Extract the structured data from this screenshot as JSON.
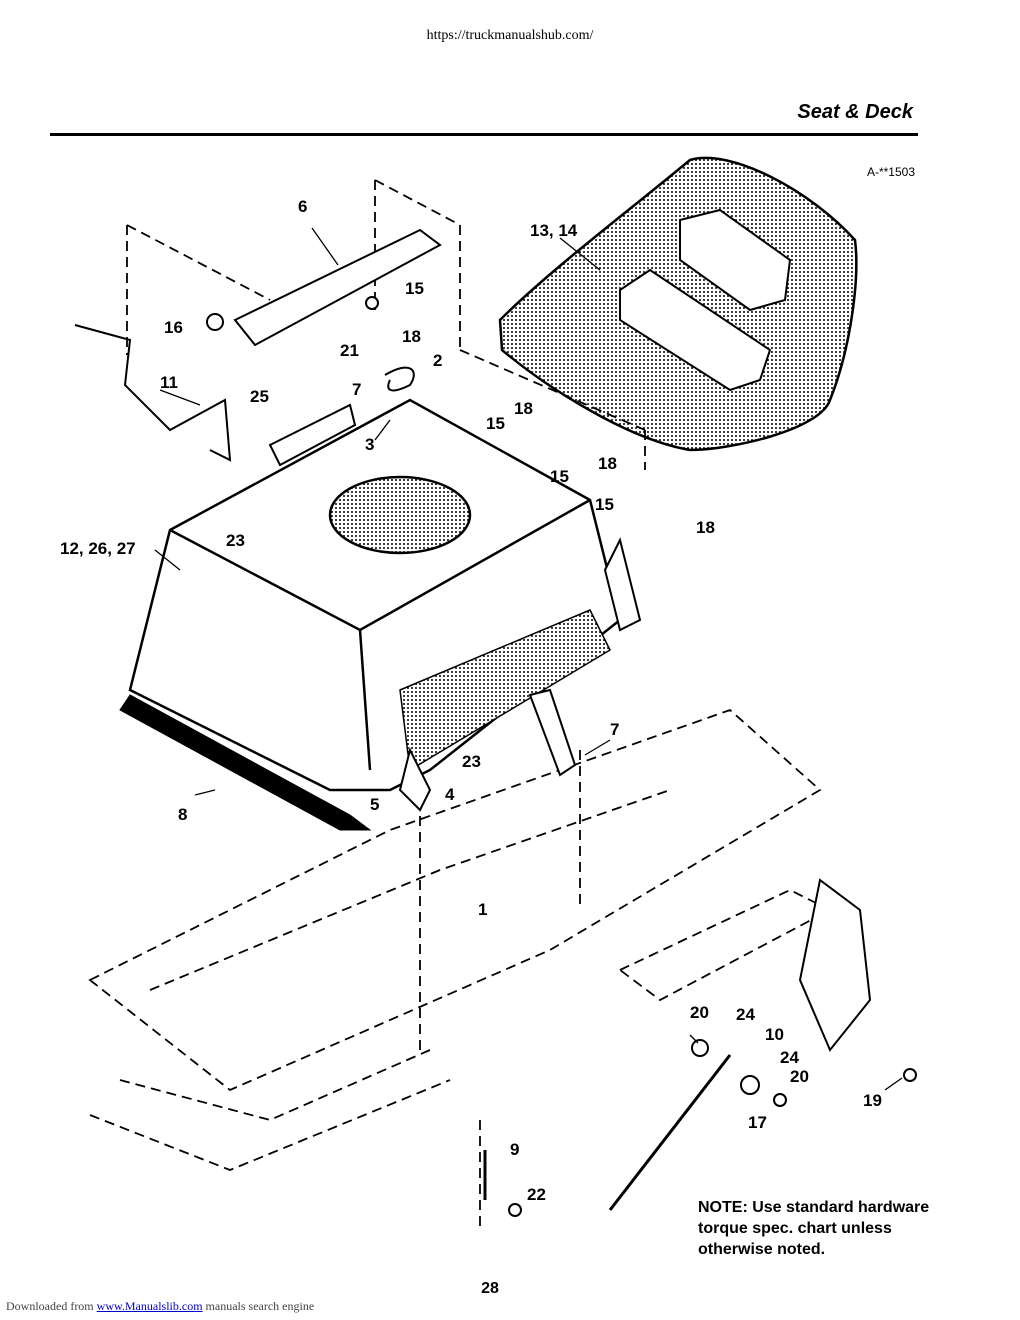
{
  "header": {
    "url": "https://truckmanualshub.com/",
    "section_title": "Seat & Deck",
    "figure_code": "A-**1503"
  },
  "callouts": [
    "6",
    "13, 14",
    "15",
    "16",
    "18",
    "21",
    "2",
    "11",
    "25",
    "7",
    "3",
    "18",
    "15",
    "18",
    "15",
    "15",
    "18",
    "12, 26, 27",
    "23",
    "7",
    "23",
    "4",
    "5",
    "8",
    "1",
    "20",
    "24",
    "10",
    "24",
    "20",
    "19",
    "17",
    "9",
    "22"
  ],
  "note": {
    "line1": "NOTE: Use standard hardware",
    "line2": "torque spec. chart unless",
    "line3": "otherwise noted."
  },
  "page_number": "28",
  "footer": {
    "prefix": "Downloaded from",
    "link": "www.Manualslib.com",
    "suffix": "manuals search engine"
  }
}
